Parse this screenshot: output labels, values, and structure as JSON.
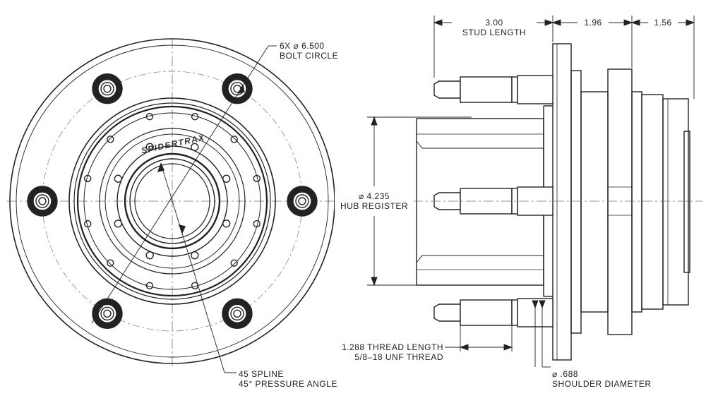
{
  "front_view": {
    "brand": "SPIDERTRAX",
    "bolt_circle": {
      "line1": "6X ⌀ 6.500",
      "line2": "BOLT CIRCLE"
    },
    "spline": {
      "line1": "45 SPLINE",
      "line2": "45° PRESSURE ANGLE"
    }
  },
  "side_view": {
    "stud_length": {
      "value": "3.00",
      "label": "STUD LENGTH"
    },
    "dim_middle": "1.96",
    "dim_right": "1.56",
    "hub_register": {
      "line1": "⌀ 4.235",
      "line2": "HUB REGISTER"
    },
    "thread": {
      "line1": "1.288 THREAD LENGTH",
      "line2": "5/8–18 UNF THREAD"
    },
    "shoulder": {
      "line1": "⌀ .688",
      "line2": "SHOULDER DIAMETER"
    }
  },
  "colors": {
    "line": "#222222",
    "centerline": "#777777"
  }
}
